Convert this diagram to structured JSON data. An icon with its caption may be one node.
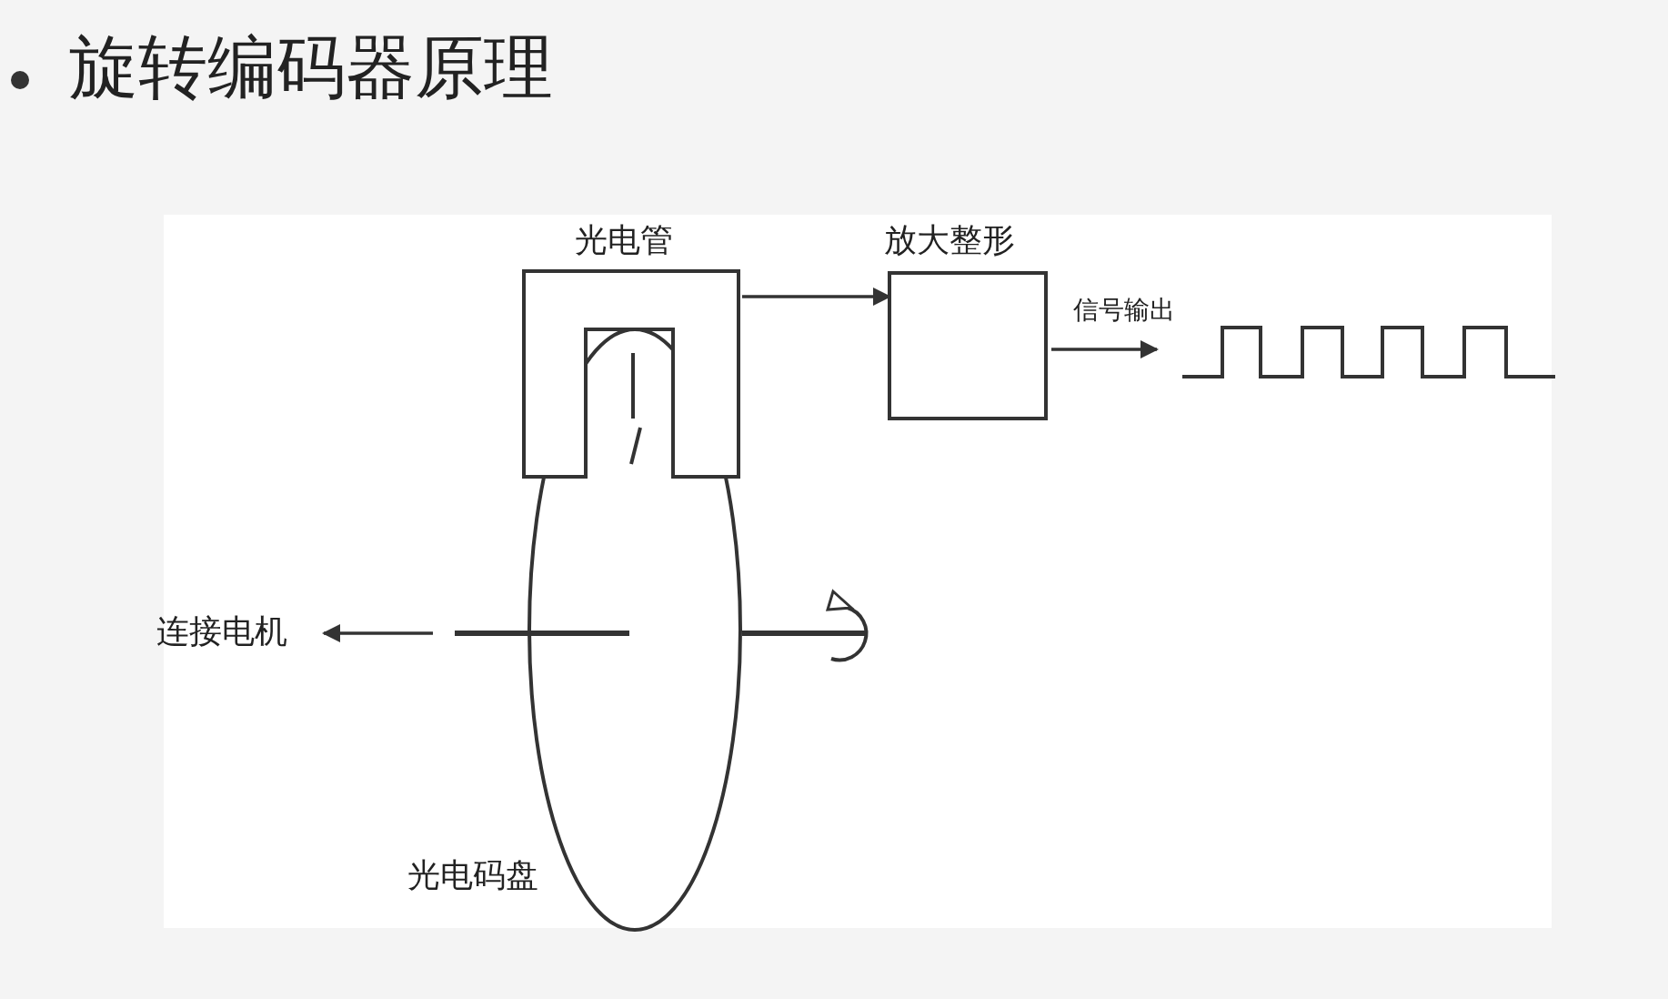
{
  "diagram": {
    "title": "旋转编码器原理",
    "nodes": [
      {
        "text": [
          "光电管"
        ]
      },
      {
        "text": [
          "放大整形"
        ]
      },
      {
        "text": [],
        "shape": "wave"
      },
      {
        "text": [
          "连接电机"
        ]
      },
      {
        "text": [
          "光电码盘"
        ]
      }
    ],
    "edges": [
      {
        "from": 0,
        "to": 1,
        "arrow": "to"
      },
      {
        "from": 1,
        "to": 2,
        "arrow": "to",
        "label": "信号输出"
      },
      {
        "from": null,
        "to": 3,
        "arrow": "to"
      }
    ]
  }
}
